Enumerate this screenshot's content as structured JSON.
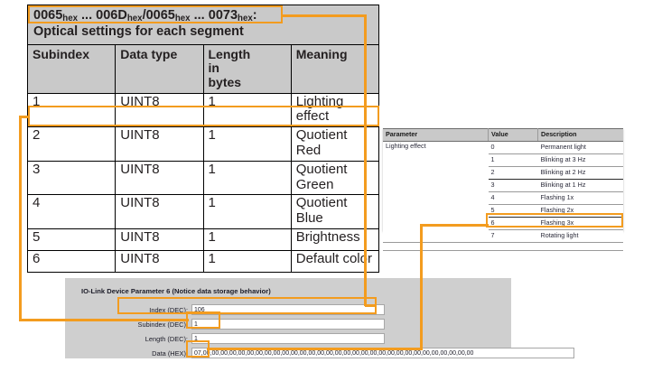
{
  "colors": {
    "highlight": "#F39C1F",
    "table_header_gray": "#C9C9C9",
    "panel_gray": "#CFCFCF",
    "text": "#231F20"
  },
  "spec_table": {
    "title_line1_parts": [
      {
        "text": "0065",
        "sub": "hex"
      },
      {
        "text": " ... ",
        "sub": ""
      },
      {
        "text": "006D",
        "sub": "hex"
      },
      {
        "text": "/",
        "sub": ""
      },
      {
        "text": "0065",
        "sub": "hex"
      },
      {
        "text": " ... ",
        "sub": ""
      },
      {
        "text": "0073",
        "sub": "hex"
      },
      {
        "text": ":",
        "sub": ""
      }
    ],
    "title_line1_plain": "0065hex ... 006Dhex/0065hex ... 0073hex:",
    "title_line2": "Optical settings for each segment",
    "columns": [
      "Subindex",
      "Data type",
      "Length in bytes",
      "Meaning"
    ],
    "column_len_words": [
      "Length",
      "in",
      "bytes"
    ],
    "rows": [
      {
        "subindex": "1",
        "datatype": "UINT8",
        "length": "1",
        "meaning": "Lighting effect"
      },
      {
        "subindex": "2",
        "datatype": "UINT8",
        "length": "1",
        "meaning": "Quotient Red"
      },
      {
        "subindex": "3",
        "datatype": "UINT8",
        "length": "1",
        "meaning": "Quotient Green"
      },
      {
        "subindex": "4",
        "datatype": "UINT8",
        "length": "1",
        "meaning": "Quotient Blue"
      },
      {
        "subindex": "5",
        "datatype": "UINT8",
        "length": "1",
        "meaning": "Brightness"
      },
      {
        "subindex": "6",
        "datatype": "UINT8",
        "length": "1",
        "meaning": "Default color"
      }
    ]
  },
  "parameter_table": {
    "columns": [
      "Parameter",
      "Value",
      "Description"
    ],
    "parameter_name": "Lighting effect",
    "rows": [
      {
        "value": "0",
        "description": "Permanent light"
      },
      {
        "value": "1",
        "description": "Blinking at 3 Hz"
      },
      {
        "value": "2",
        "description": "Blinking at 2 Hz"
      },
      {
        "value": "3",
        "description": "Blinking at 1 Hz"
      },
      {
        "value": "4",
        "description": "Flashing 1x"
      },
      {
        "value": "5",
        "description": "Flashing 2x"
      },
      {
        "value": "6",
        "description": "Flashing 3x"
      },
      {
        "value": "7",
        "description": "Rotating light"
      }
    ]
  },
  "io_link_form": {
    "title": "IO-Link Device Parameter 6 (Notice data storage behavior)",
    "fields": [
      {
        "label": "Index (DEC):",
        "value": "106"
      },
      {
        "label": "Subindex (DEC):",
        "value": "1"
      },
      {
        "label": "Length (DEC):",
        "value": "1"
      },
      {
        "label": "Data (HEX):",
        "value": "07,00,00,00,00,00,00,00,00,00,00,00,00,00,00,00,00,00,00,00,00,00,00,00,00,00,00,00,00,00,00,00"
      }
    ]
  },
  "annotations": {
    "highlighted_spec_title": "0065hex ... 006Dhex/0065hex ... 0073hex:",
    "highlighted_spec_row": "1",
    "highlighted_param_value": "7",
    "highlighted_fields": [
      "Index (DEC):",
      "Subindex (DEC):",
      "Data (HEX):"
    ]
  }
}
